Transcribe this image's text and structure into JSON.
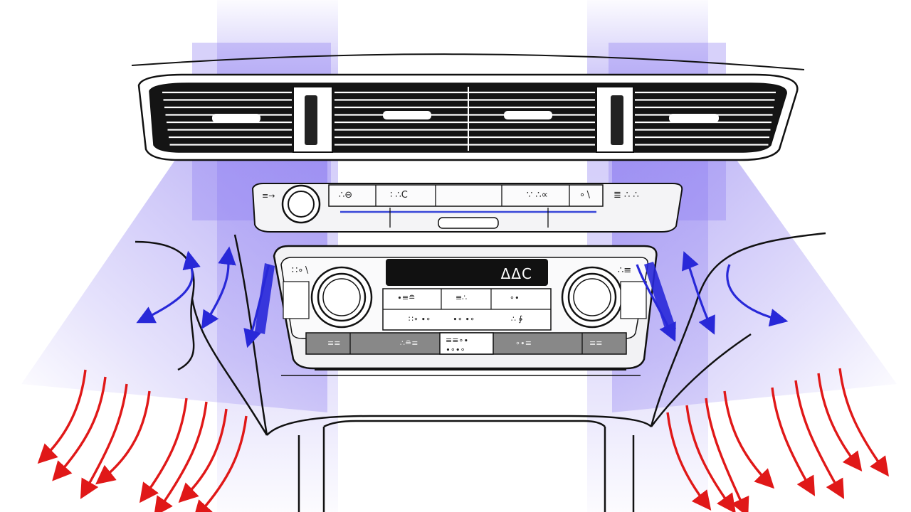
{
  "colors": {
    "airflow": "#8c7cf0",
    "cool_arrow": "#2828d8",
    "warm_arrow": "#e01818",
    "line": "#111111",
    "panel": "#f2f2f4",
    "display_bg": "#111111"
  },
  "upper_panel": {
    "left_label": "≡→",
    "button_labels": [
      "∴⊖",
      "∶ ∴C",
      "∵ ∴∝",
      "∘∖",
      "≣ ∴ ∴"
    ]
  },
  "climate_panel": {
    "display_text": "ΔΔC",
    "left_knob_label": "∷∘∖",
    "right_knob_label": "∴≡",
    "grid_rows": [
      [
        "∙≡≘",
        "≡∴",
        "∘∙"
      ],
      [
        "∷∘ ∙∘",
        "∙∘ ∙∘",
        "∴ ∳"
      ]
    ],
    "bottom_buttons": [
      "≡≡",
      "∴≘≡",
      "≡≡∘∙\n∙∘∙∘",
      "∘∙≡",
      "≡≡"
    ]
  }
}
